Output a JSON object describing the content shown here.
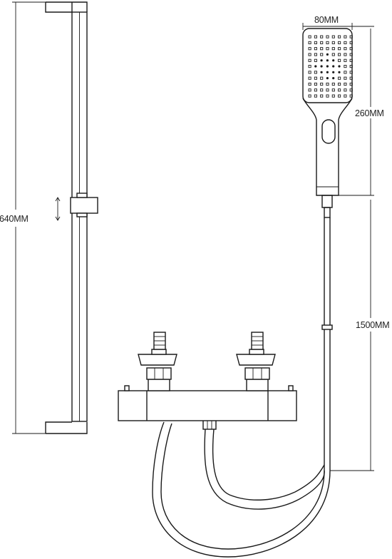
{
  "dimensions": {
    "head_width": "80MM",
    "head_height": "260MM",
    "rail_height": "640MM",
    "hose_length": "1500MM"
  },
  "colors": {
    "line": "#1a1a1a",
    "background": "#ffffff"
  }
}
